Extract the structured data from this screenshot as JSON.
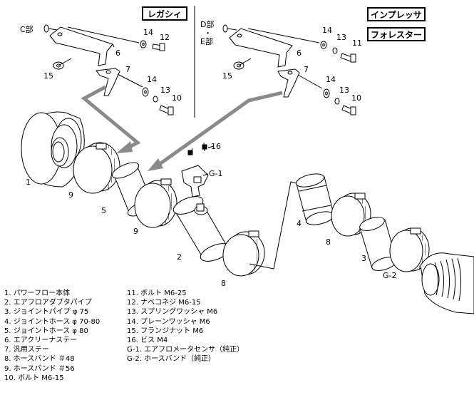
{
  "labels": {
    "models": {
      "legacy": "レガシィ",
      "impreza": "インプレッサ",
      "forester": "フォレスター"
    },
    "parts": {
      "c_part": "C部",
      "d_part": "D部",
      "dot": "・",
      "e_part": "E部"
    },
    "callouts": {
      "n1": "1",
      "n2": "2",
      "n3": "3",
      "n4": "4",
      "n5": "5",
      "n6": "6",
      "n7": "7",
      "n8": "8",
      "n9": "9",
      "n10": "10",
      "n11": "11",
      "n12": "12",
      "n13": "13",
      "n14": "14",
      "n15": "15",
      "n16": "16",
      "g1": "G-1",
      "g2": "G-2"
    }
  },
  "legend_left": [
    "1. パワーフロー本体",
    "2. エアフロアダプタパイプ",
    "3. ジョイントパイプ φ 75",
    "4. ジョイントホース φ 70-80",
    "5. ジョイントホース φ 80",
    "6. エアクリーナステー",
    "7. 汎用ステー",
    "8. ホースバンド ＃48",
    "9. ホースバンド ＃56",
    "10. ボルト M6-15"
  ],
  "legend_right": [
    "11. ボルト M6-25",
    "12. ナベコネジ M6-15",
    "13. スプリングワッシャ M6",
    "14. プレーンワッシャ M6",
    "15. フランジナット M6",
    "16. ビス M4",
    "G-1. エアフロメータセンサ（純正）",
    "G-2. ホースバンド（純正）"
  ]
}
